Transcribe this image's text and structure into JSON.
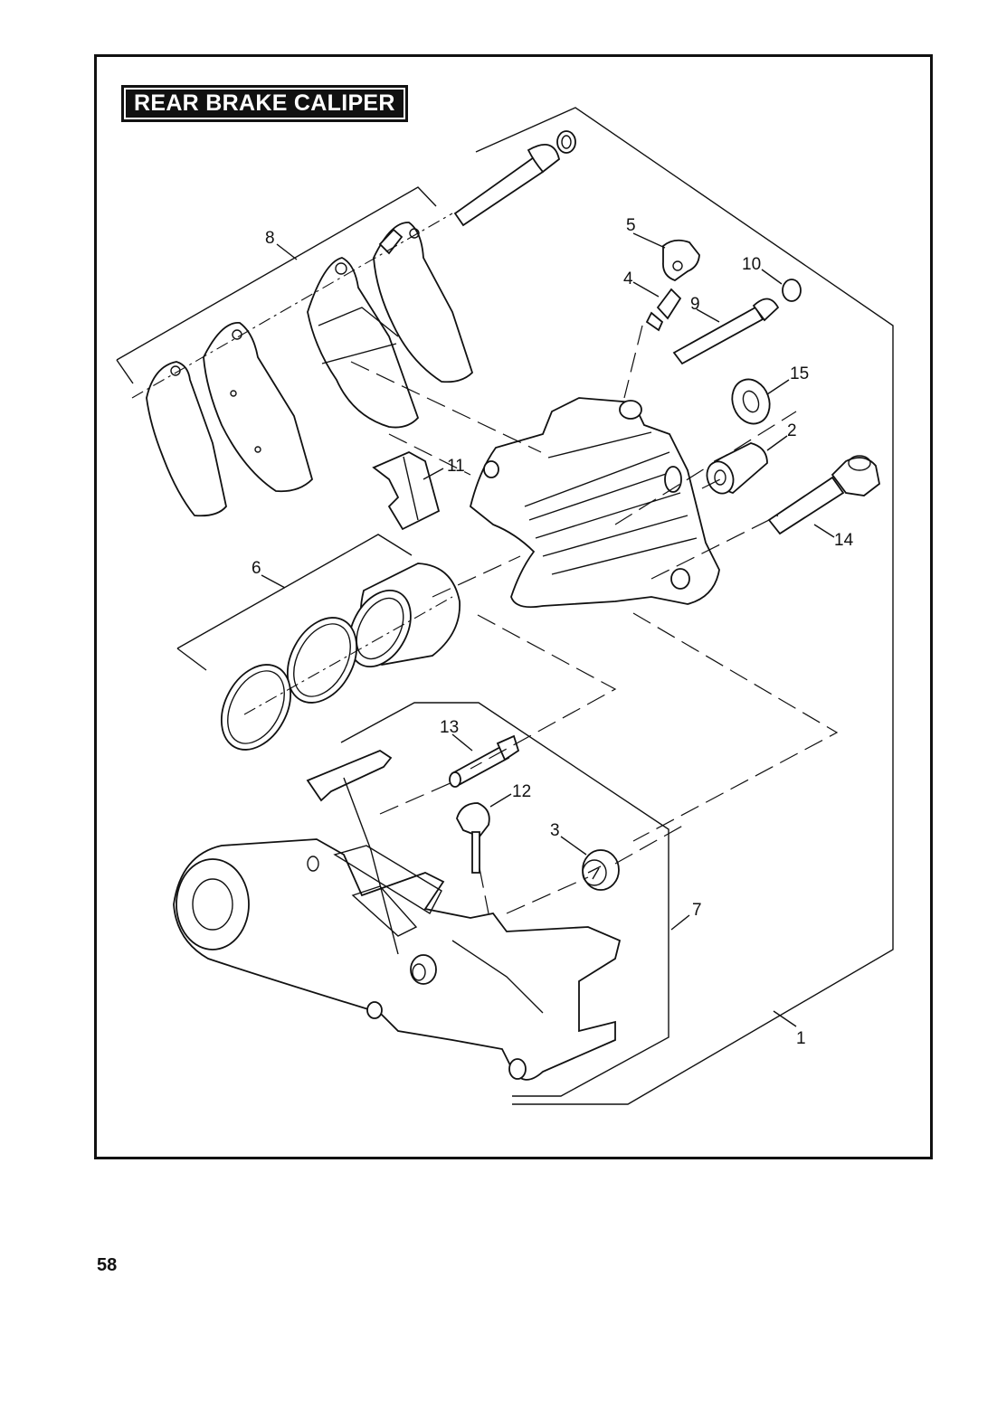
{
  "diagram": {
    "title": "REAR BRAKE CALIPER",
    "callouts": [
      {
        "id": "1",
        "label": "1"
      },
      {
        "id": "2",
        "label": "2"
      },
      {
        "id": "3",
        "label": "3"
      },
      {
        "id": "4",
        "label": "4"
      },
      {
        "id": "5",
        "label": "5"
      },
      {
        "id": "6",
        "label": "6"
      },
      {
        "id": "7",
        "label": "7"
      },
      {
        "id": "8",
        "label": "8"
      },
      {
        "id": "9",
        "label": "9"
      },
      {
        "id": "10",
        "label": "10"
      },
      {
        "id": "11",
        "label": "11"
      },
      {
        "id": "12",
        "label": "12"
      },
      {
        "id": "13",
        "label": "13"
      },
      {
        "id": "14",
        "label": "14"
      },
      {
        "id": "15",
        "label": "15"
      }
    ]
  },
  "page": {
    "number": "58"
  }
}
